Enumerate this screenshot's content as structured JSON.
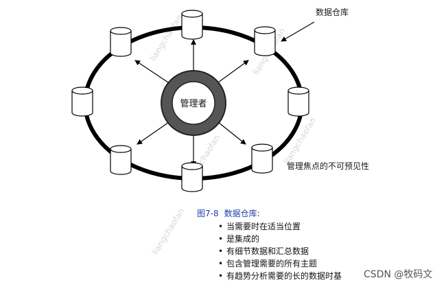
{
  "diagram": {
    "center_label": "管理者",
    "warehouse_label": "数据仓库",
    "focus_label": "管理焦点的不可预见性",
    "watermark": "liangchaofan"
  },
  "caption": {
    "figure_number": "图7-8",
    "title": "数据仓库:"
  },
  "bullets": [
    "当需要时在适当位置",
    "是集成的",
    "有细节数据和汇总数据",
    "包含管理需要的所有主题",
    "有趋势分析需要的长的数据时基"
  ],
  "credit": "CSDN @牧码文",
  "colors": {
    "ring": "#000000",
    "center_ring": "#555555",
    "caption": "#1f3fa8"
  }
}
